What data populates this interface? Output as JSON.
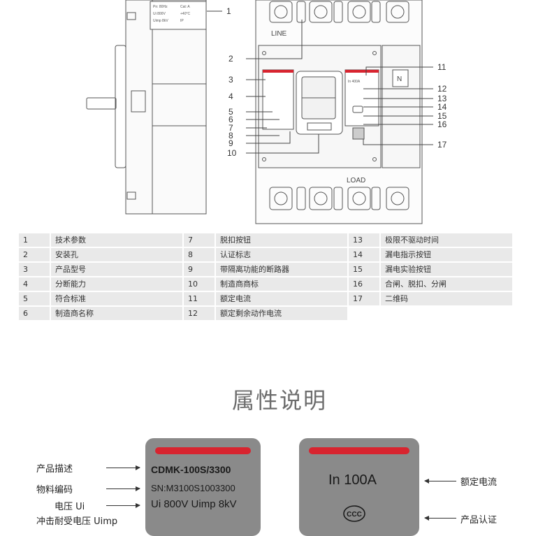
{
  "diagram": {
    "line_label": "LINE",
    "load_label": "LOAD",
    "n_label": "N",
    "label_text": {
      "spec_top_left": "Pn: 80Hz",
      "spec_top_right": "Cat: A",
      "spec_mid_left": "Ui 800V",
      "spec_mid_right": "+40°C",
      "spec_bot_left": "Uimp 8kV",
      "spec_bot_right": "IP",
      "rating": "In 400A"
    },
    "callouts": [
      "1",
      "2",
      "3",
      "4",
      "5",
      "6",
      "7",
      "8",
      "9",
      "10",
      "11",
      "12",
      "13",
      "14",
      "15",
      "16",
      "17"
    ]
  },
  "legend": {
    "columns": [
      [
        {
          "num": "1",
          "text": "技术参数"
        },
        {
          "num": "2",
          "text": "安装孔"
        },
        {
          "num": "3",
          "text": "产品型号"
        },
        {
          "num": "4",
          "text": "分断能力"
        },
        {
          "num": "5",
          "text": "符合标准"
        },
        {
          "num": "6",
          "text": "制造商名称"
        }
      ],
      [
        {
          "num": "7",
          "text": "脱扣按钮"
        },
        {
          "num": "8",
          "text": "认证标志"
        },
        {
          "num": "9",
          "text": "带隔离功能的断路器"
        },
        {
          "num": "10",
          "text": "制造商商标"
        },
        {
          "num": "11",
          "text": "额定电流"
        },
        {
          "num": "12",
          "text": "额定剩余动作电流"
        }
      ],
      [
        {
          "num": "13",
          "text": "极限不驱动时间"
        },
        {
          "num": "14",
          "text": "漏电指示按钮"
        },
        {
          "num": "15",
          "text": "漏电实验按钮"
        },
        {
          "num": "16",
          "text": "合闸、脱扣、分闸"
        },
        {
          "num": "17",
          "text": "二维码"
        }
      ]
    ]
  },
  "section_title": "属性说明",
  "panel_left": {
    "model": "CDMK-100S/3300",
    "serial": "SN:M3100S1003300",
    "voltage": "Ui 800V Uimp 8kV",
    "descriptions": [
      "产品描述",
      "物料编码",
      "电压 Ui",
      "冲击耐受电压 Uimp"
    ]
  },
  "panel_right": {
    "rating": "In  100A",
    "cert": "CCC",
    "descriptions": [
      "额定电流",
      "产品认证"
    ]
  },
  "colors": {
    "red_bar": "#d8242f",
    "panel_gray": "#8a8a8a",
    "legend_bg": "#e9e9e9"
  }
}
